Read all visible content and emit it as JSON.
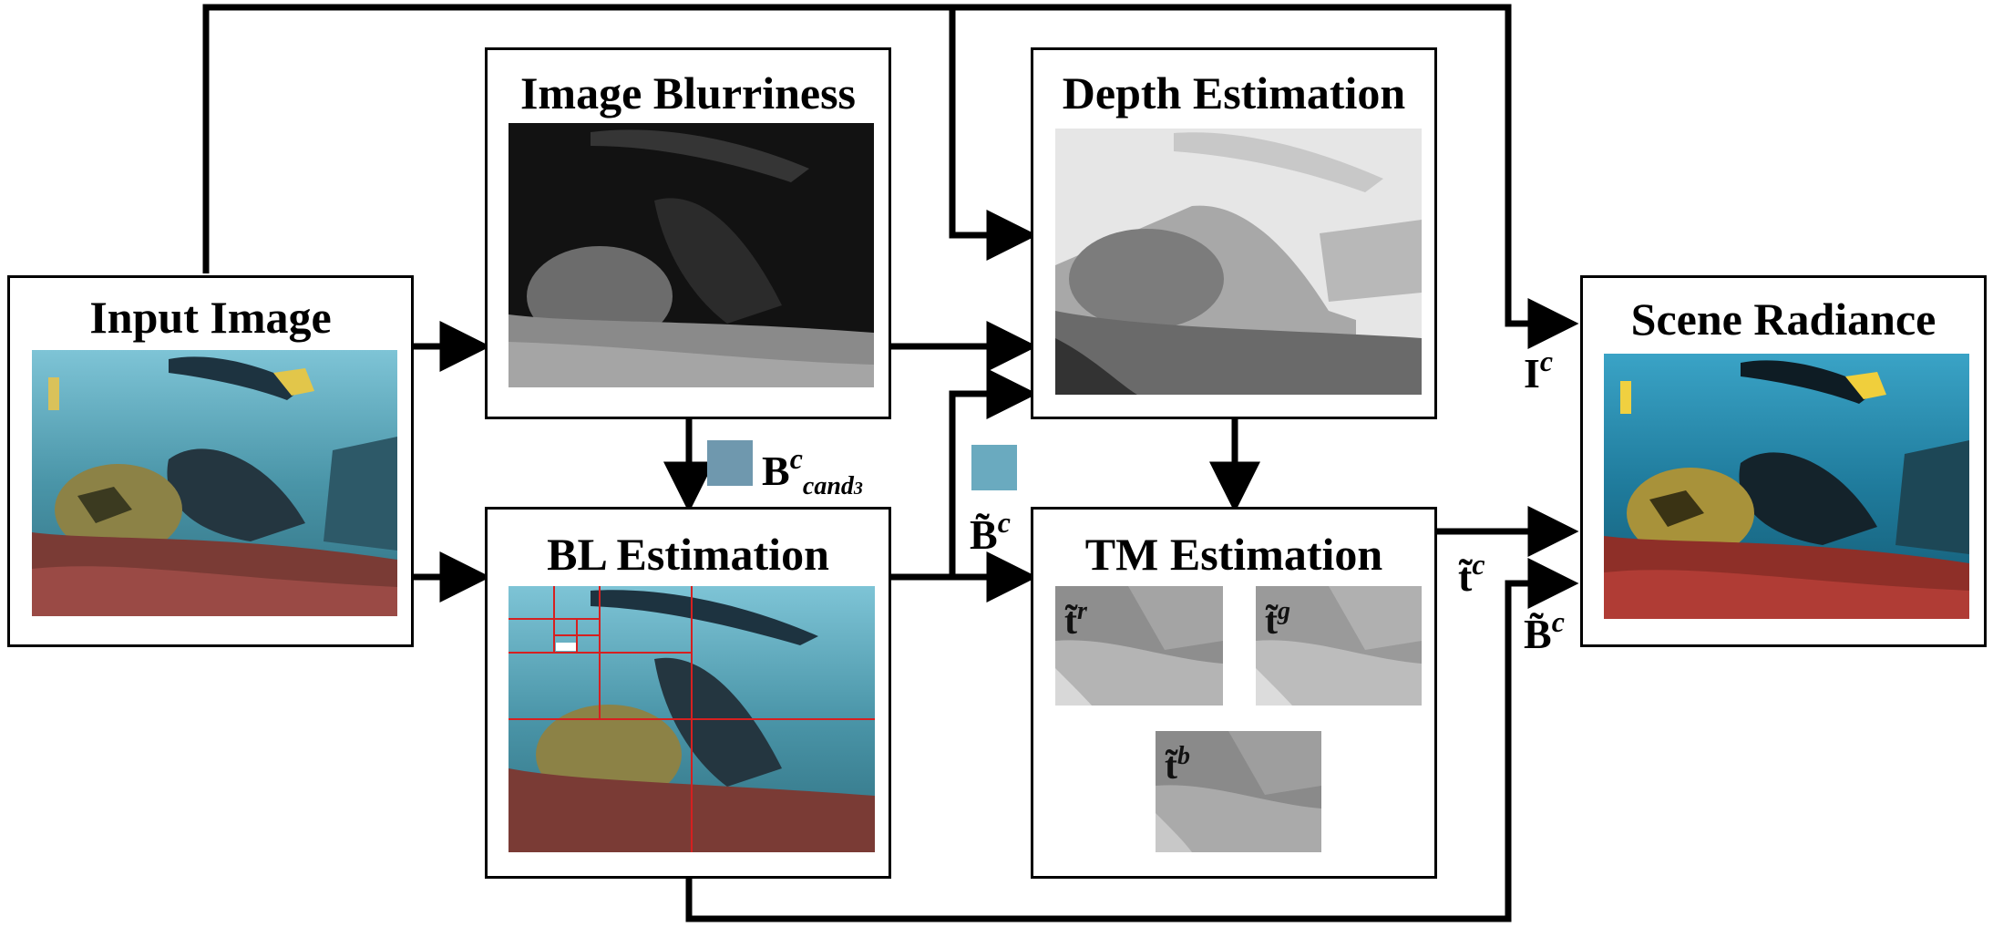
{
  "boxes": {
    "input_image": "Input Image",
    "image_blurriness": "Image Blurriness",
    "depth_estimation": "Depth Estimation",
    "bl_estimation": "BL Estimation",
    "tm_estimation": "TM Estimation",
    "scene_radiance": "Scene Radiance"
  },
  "labels": {
    "b_cand": {
      "base": "B",
      "sup": "c",
      "sub": "cand",
      "subsub": "3"
    },
    "b_tilde_mid": {
      "base": "B̃",
      "sup": "c"
    },
    "i_c": {
      "base": "I",
      "sup": "c"
    },
    "t_tilde_c": {
      "base": "t̃",
      "sup": "c"
    },
    "b_tilde_right": {
      "base": "B̃",
      "sup": "c"
    },
    "t_r": {
      "base": "t̃",
      "sup": "r"
    },
    "t_g": {
      "base": "t̃",
      "sup": "g"
    },
    "t_b": {
      "base": "t̃",
      "sup": "b"
    }
  },
  "colors": {
    "b_cand_swatch": "#6f98ae",
    "b_tilde_swatch": "#6aaabf",
    "grid_lines": "#d62020",
    "selected_patch": "#ffffff"
  }
}
